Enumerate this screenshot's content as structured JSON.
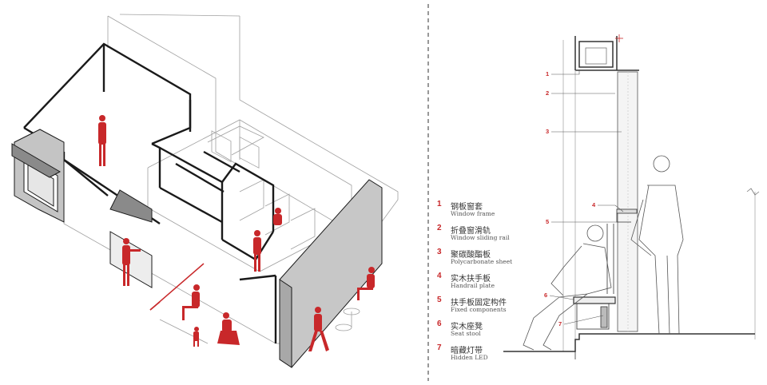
{
  "legend": [
    {
      "num": "1",
      "cn": "钢板窗套",
      "en": "Window frame"
    },
    {
      "num": "2",
      "cn": "折叠窗滑轨",
      "en": "Window sliding rail"
    },
    {
      "num": "3",
      "cn": "聚碳酸酯板",
      "en": "Polycarbonate sheet"
    },
    {
      "num": "4",
      "cn": "实木扶手板",
      "en": "Handrail plate"
    },
    {
      "num": "5",
      "cn": "扶手板固定构件",
      "en": "Fixed components"
    },
    {
      "num": "6",
      "cn": "实木座凳",
      "en": "Seat stool"
    },
    {
      "num": "7",
      "cn": "暗藏灯带",
      "en": "Hidden LED"
    }
  ],
  "callouts": [
    "1",
    "2",
    "3",
    "4",
    "5",
    "6",
    "7"
  ],
  "colors": {
    "accent": "#c8282a",
    "line": "#1a1a1a",
    "thin": "#9a9a9a",
    "panel": "#bdbdbd"
  }
}
